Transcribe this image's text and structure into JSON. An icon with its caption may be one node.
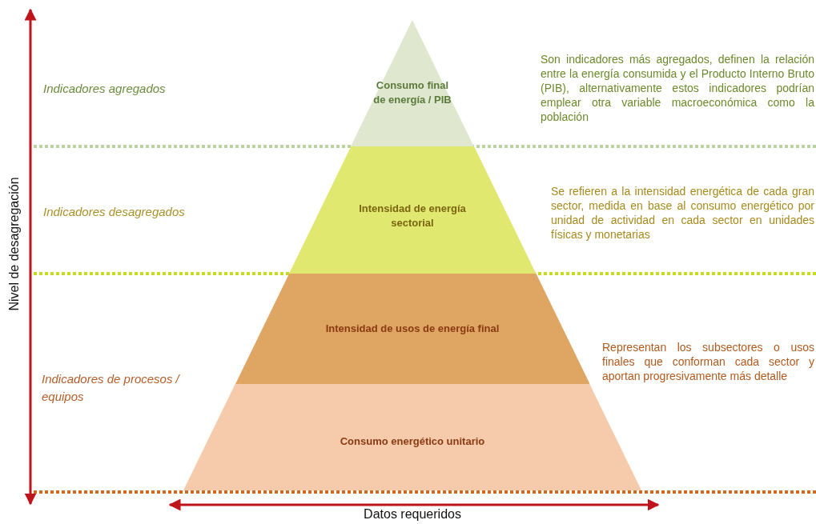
{
  "diagram": {
    "nodes": [
      {
        "text": [
          "Consumo final de energía / PIB"
        ]
      },
      {
        "text": [
          "Intensidad de energía sectorial"
        ]
      },
      {
        "text": [
          "Intensidad de usos de energía final"
        ]
      },
      {
        "text": [
          "Consumo energético unitario"
        ]
      }
    ],
    "labels": [
      "Nivel de desagregación",
      "Indicadores agregados",
      "Son indicadores más agregados, definen la relación entre la energía consumida y el Producto Interno Bruto (PIB), alternativamente estos indicadores podrían emplear otra variable macroeconómica como la población",
      "Indicadores desagregados",
      "Se refieren a la intensidad energética de cada gran sector, medida en base al consumo energético por unidad de actividad en cada sector en unidades físicas y monetarias",
      "Indicadores de procesos / equipos",
      "Representan los subsectores o usos finales que conforman cada sector y aportan progresivamente más detalle",
      "Datos requeridos"
    ]
  }
}
